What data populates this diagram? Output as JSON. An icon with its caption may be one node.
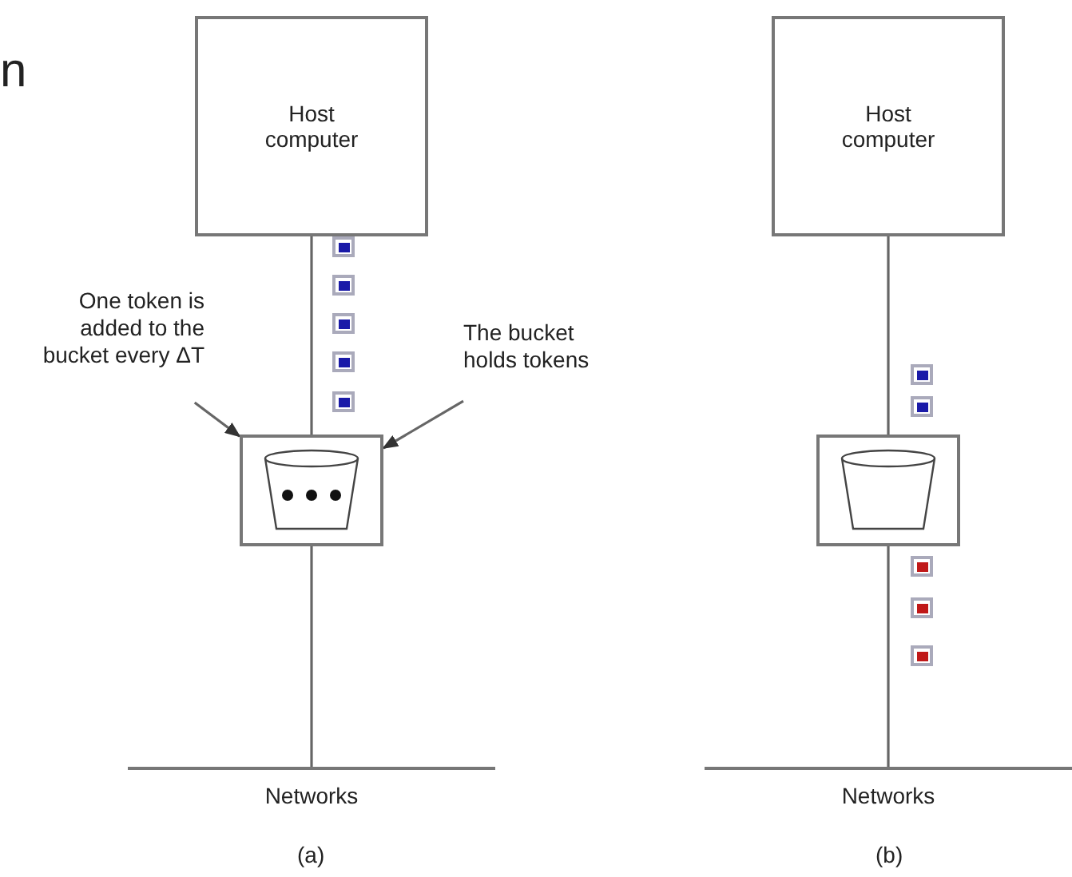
{
  "diagram": {
    "nodes": [
      {
        "text": [
          "Host computer"
        ]
      },
      {
        "text": [
          "One token is added to the bucket every ΔT"
        ]
      },
      {
        "text": [
          "The bucket holds tokens"
        ]
      },
      {
        "text": [],
        "shape": "box"
      },
      {
        "text": [
          "Networks"
        ]
      },
      {
        "text": [
          "Host computer"
        ]
      },
      {
        "text": [],
        "shape": "box"
      },
      {
        "text": [
          "Networks"
        ]
      }
    ],
    "edges": [
      {
        "from": 0,
        "to": 3,
        "arrow": "none"
      },
      {
        "from": 1,
        "to": 3,
        "arrow": "to"
      },
      {
        "from": 2,
        "to": 3,
        "arrow": "to"
      },
      {
        "from": 3,
        "to": 4,
        "arrow": "none"
      },
      {
        "from": 5,
        "to": 6,
        "arrow": "none"
      },
      {
        "from": 6,
        "to": 7,
        "arrow": "none"
      }
    ],
    "labels": [
      "n",
      "(a)",
      "(b)"
    ]
  }
}
